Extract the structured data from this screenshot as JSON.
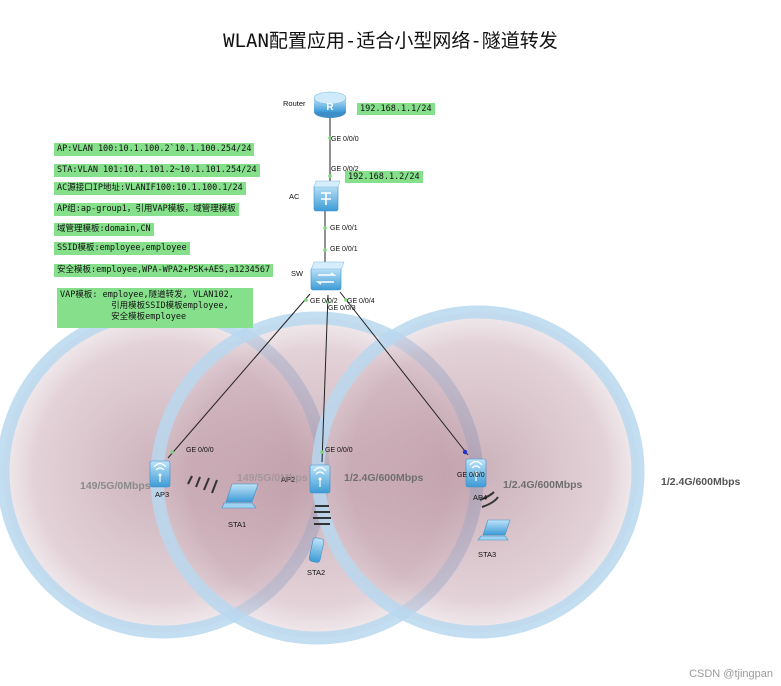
{
  "title": "WLAN配置应用-适合小型网络-隧道转发",
  "notes": [
    "AP:VLAN 100:10.1.100.2`10.1.100.254/24",
    "STA:VLAN 101:10.1.101.2~10.1.101.254/24",
    "AC源接口IP地址:VLANIF100:10.1.100.1/24",
    "AP组:ap-group1，引用VAP模板，域管理模板",
    "域管理模板:domain,CN",
    "SSID模板:employee,employee",
    "安全模板:employee,WPA-WPA2+PSK+AES,a1234567",
    "VAP模板: employee,隧道转发, VLAN102,\n          引用模板SSID模板employee,\n          安全模板employee"
  ],
  "ip_labels": {
    "router": "192.168.1.1/24",
    "ac": "192.168.1.2/24"
  },
  "devices": {
    "router": "Router",
    "ac": "AC",
    "sw": "SW",
    "ap3": "AP3",
    "ap2": "AP2",
    "ap4": "AP4",
    "sta1": "STA1",
    "sta2": "STA2",
    "sta3": "STA3"
  },
  "ports": {
    "router_down": "GE 0/0/0",
    "ac_up": "GE 0/0/2",
    "ac_down": "GE 0/0/1",
    "sw_up": "GE 0/0/1",
    "sw_ap3": "GE 0/0/2",
    "sw_ap2": "GE 0/0/3",
    "sw_ap4": "GE 0/0/4",
    "ap3_port": "GE 0/0/0",
    "ap2_port": "GE 0/0/0",
    "ap4_port": "GE 0/0/0"
  },
  "rates": {
    "ap3": "149/5G/0Mbps",
    "ap3_overlap": "149/5G/0Mbps",
    "ap2": "1/2.4G/600Mbps",
    "ap4": "1/2.4G/600Mbps",
    "outside": "1/2.4G/600Mbps"
  },
  "watermark": "CSDN @tjingpan",
  "colors": {
    "note_bg": "#86e08b",
    "coverage_ring": "#b9d7ee",
    "coverage_fill": "#b88a98",
    "icon_blue": "#4aa8e0",
    "rate_gray": "#808080",
    "rate_dark": "#606060"
  }
}
